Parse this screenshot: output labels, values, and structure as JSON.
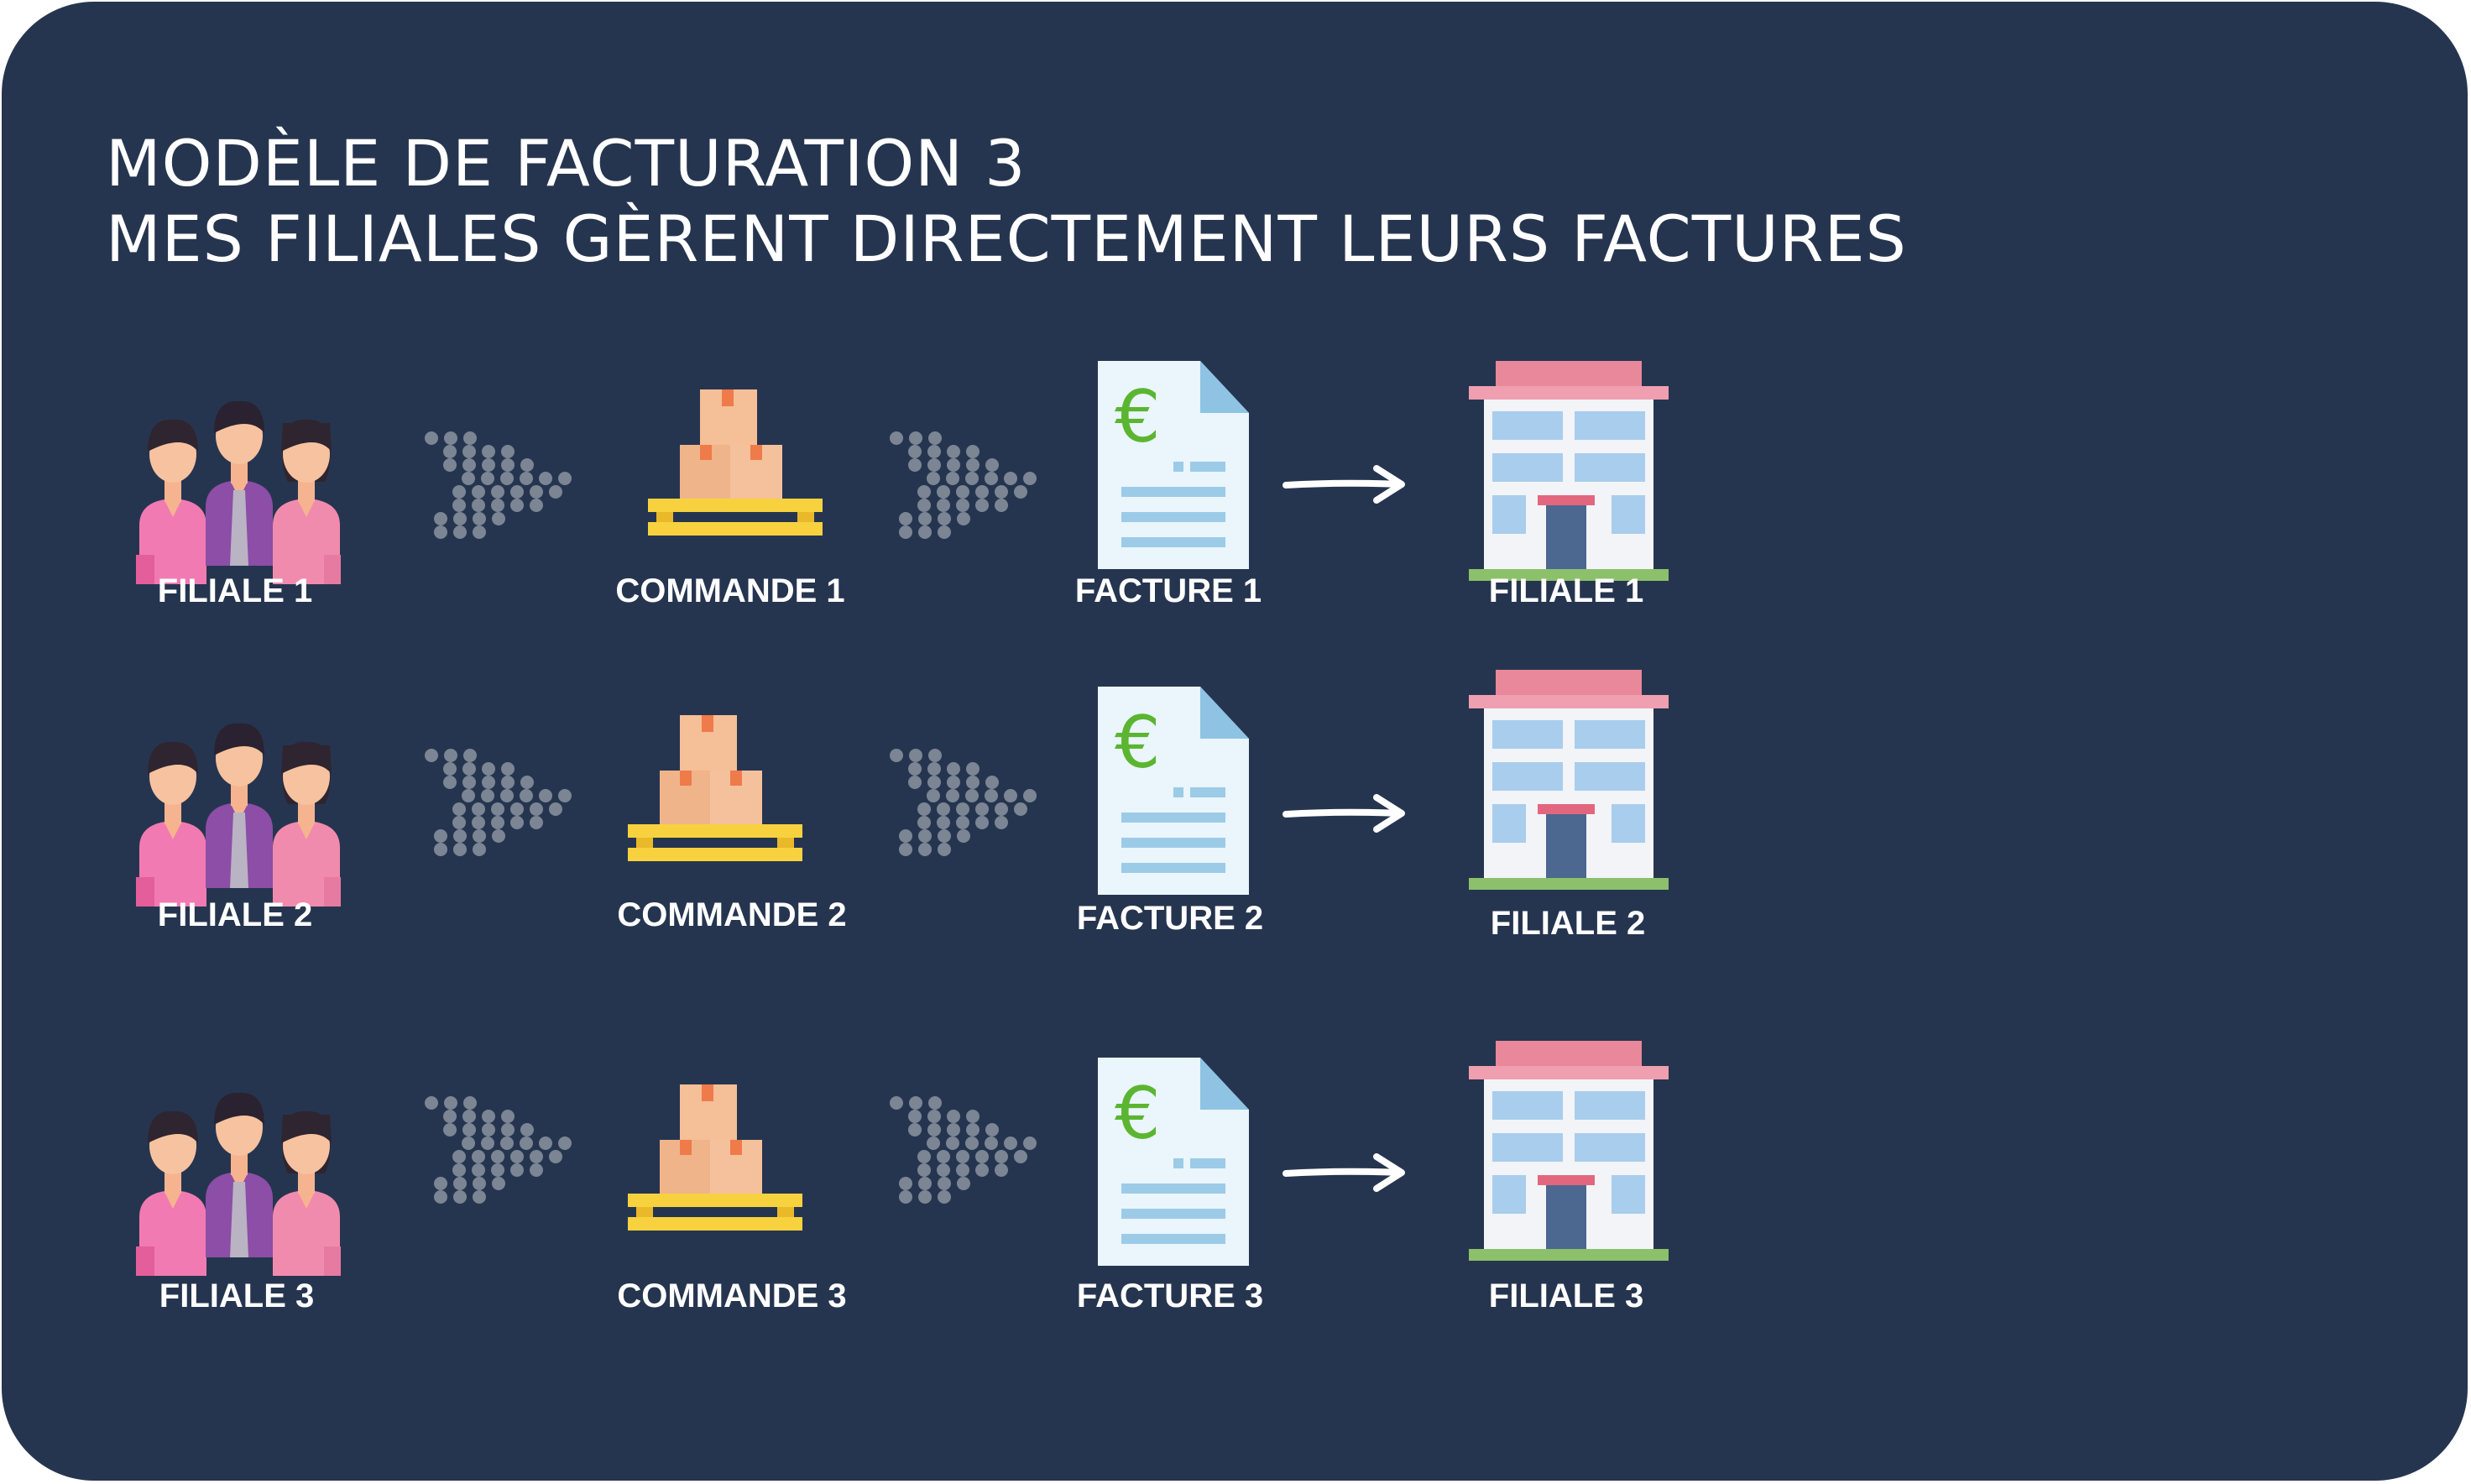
{
  "title": {
    "line1": "MODÈLE DE FACTURATION 3",
    "line2": "MES FILIALES GÈRENT DIRECTEMENT LEURS FACTURES"
  },
  "rows": [
    {
      "team_label": "FILIALE 1",
      "order_label": "COMMANDE 1",
      "invoice_label": "FACTURE 1",
      "building_label": "FILIALE 1"
    },
    {
      "team_label": "FILIALE 2",
      "order_label": "COMMANDE 2",
      "invoice_label": "FACTURE 2",
      "building_label": "FILIALE 2"
    },
    {
      "team_label": "FILIALE 3",
      "order_label": "COMMANDE 3",
      "invoice_label": "FACTURE 3",
      "building_label": "FILIALE 3"
    }
  ],
  "icons": {
    "team": "people-group-icon",
    "order": "boxes-on-pallet-icon",
    "invoice": "euro-invoice-document-icon",
    "building": "office-building-icon",
    "flow": "dotted-chevron-arrow-icon",
    "delivery": "right-arrow-icon"
  },
  "invoice_symbol": "€",
  "colors": {
    "background": "#26354f",
    "text": "#ffffff",
    "chevron_dots": "#7b8594",
    "euro": "#5bb531",
    "box": "#f2b88d",
    "pallet": "#f7d23e",
    "roof": "#e8889a",
    "window": "#a9cdec",
    "ground": "#8cc06b"
  }
}
